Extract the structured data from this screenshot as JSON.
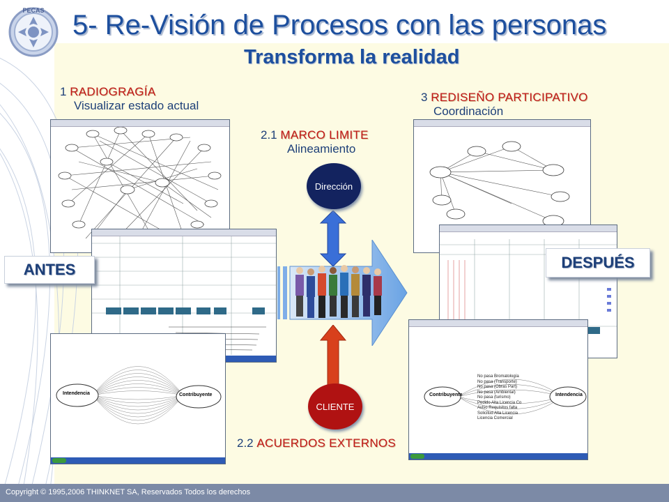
{
  "title": "5- Re-Visión de Procesos con las personas",
  "subtitle": "Transforma la realidad",
  "logo": {
    "text": "PECAS"
  },
  "steps": {
    "s1": {
      "number": "1",
      "name": "RADIOGRAGÍA",
      "desc": "Visualizar estado actual"
    },
    "s21": {
      "number": "2.1",
      "name": "MARCO LIMITE",
      "desc": "Alineamiento"
    },
    "s3": {
      "number": "3",
      "name": "REDISEÑO PARTICIPATIVO",
      "desc": "Coordinación"
    },
    "s22": {
      "number": "2.2",
      "name": "ACUERDOS EXTERNOS"
    }
  },
  "tags": {
    "before": "ANTES",
    "after": "DESPUÉS"
  },
  "circles": {
    "top": "Dirección",
    "bottom": "CLIENTE"
  },
  "diagrams": {
    "left_bottom": {
      "left_node": "Intendencia",
      "right_node": "Contribuyente"
    },
    "right_bottom": {
      "left_node": "Contribuyente",
      "right_node": "Intendencia",
      "list": [
        "No pasa Bromatología",
        "No pasa (Transporte)",
        "No pasa (Obras Part)",
        "No pasa (Ambiental)",
        "No pasa (turismo)",
        "Pedido Alta Licencia Co",
        "Aviso Requisitos falta",
        "Solicitud Alta Licencia",
        "Licencia Comercial"
      ]
    }
  },
  "copyright": "Copyright © 1995,2006 THINKNET SA, Reservados Todos los derechos",
  "colors": {
    "title": "#1d4f9e",
    "step_name": "#c01818",
    "panel": "#fdfbe3",
    "footer": "#7c8aa6",
    "circle_top": "#13235f",
    "circle_bottom": "#b01212",
    "arrow_up": "#3a6fd8",
    "arrow_down": "#d8401c",
    "big_arrow": "#6aa3e4"
  }
}
